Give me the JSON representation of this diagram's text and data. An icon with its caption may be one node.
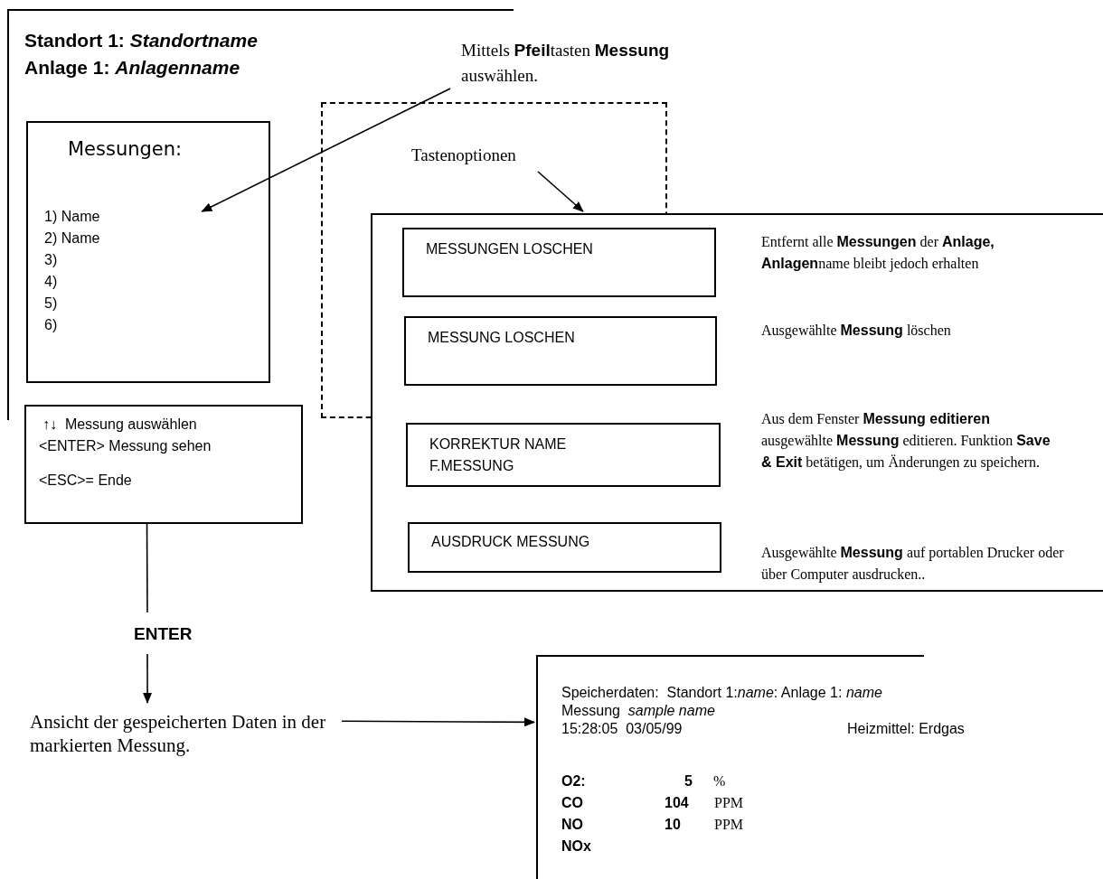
{
  "diagram": {
    "nodes": [
      {
        "text": [
          "Standort 1: *Standortname*",
          "Anlage 1: *Anlagenname*"
        ]
      },
      {
        "text": [
          "Messungen:",
          "1) Name",
          "2) Name",
          "3)",
          "4)",
          "5)",
          "6)"
        ],
        "in": 0
      },
      {
        "text": [
          "↑↓  Messung auswählen",
          "<ENTER> Messung sehen",
          "<ESC>= Ende"
        ]
      },
      {
        "text": [
          "Mittels **Pfeil**tasten **Messung** auswählen."
        ]
      },
      {
        "text": [
          "Tastenoptionen"
        ]
      },
      {
        "text": [],
        "shape": "box"
      },
      {
        "text": [
          "MESSUNGEN LOSCHEN"
        ],
        "in": 5,
        "beside": [
          "Entfernt alle **Messungen** der **Anlage, Anlagen**name bleibt jedoch erhalten"
        ]
      },
      {
        "text": [
          "MESSUNG LOSCHEN"
        ],
        "in": 5,
        "beside": [
          "Ausgewählte **Messung** löschen"
        ]
      },
      {
        "text": [
          "KORREKTUR NAME F.MESSUNG"
        ],
        "in": 5,
        "beside": [
          "Aus dem Fenster **Messung editieren** ausgewählte **Messung** editieren. Funktion **Save & Exit** betätigen, um Änderungen zu speichern."
        ]
      },
      {
        "text": [
          "AUSDRUCK MESSUNG"
        ],
        "in": 5,
        "beside": [
          "Ausgewählte **Messung** auf portablen Drucker oder über Computer ausdrucken.."
        ]
      },
      {
        "text": [
          "ENTER"
        ]
      },
      {
        "text": [
          "Ansicht der gespeicherten Daten in der markierten Messung."
        ]
      },
      {
        "text": [
          "Speicherdaten:  Standort 1:*name*: Anlage 1: *name*",
          "Messung  *sample name*",
          "15:28:05  03/05/99",
          "Heizmittel: Erdgas",
          "O2:",
          "5",
          "%",
          "CO",
          "104",
          "PPM",
          "NO",
          "10",
          "PPM",
          "NOx"
        ]
      }
    ],
    "edges": [
      {
        "from": 3,
        "to": 1,
        "arrow": "to"
      },
      {
        "from": 4,
        "to": 5,
        "arrow": "to"
      },
      {
        "from": 2,
        "to": 10,
        "arrow": "none"
      },
      {
        "from": 10,
        "to": 11,
        "arrow": "to"
      },
      {
        "from": 11,
        "to": 12,
        "arrow": "to"
      }
    ]
  }
}
